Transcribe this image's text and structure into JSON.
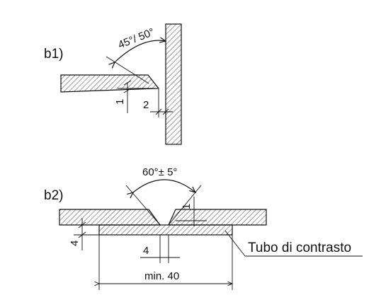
{
  "labels": {
    "b1": "b1)",
    "b2": "b2)",
    "angle_b1": "45°/ 50°",
    "angle_b2": "60°± 5°",
    "dim_1": "1",
    "dim_2": "2",
    "dim_4_left": "4",
    "dim_4_root": "4",
    "dim_1_b2": "1",
    "dim_min40": "min. 40",
    "backing": "Tubo di contrasto"
  },
  "colors": {
    "line": "#111111",
    "background": "#ffffff"
  }
}
